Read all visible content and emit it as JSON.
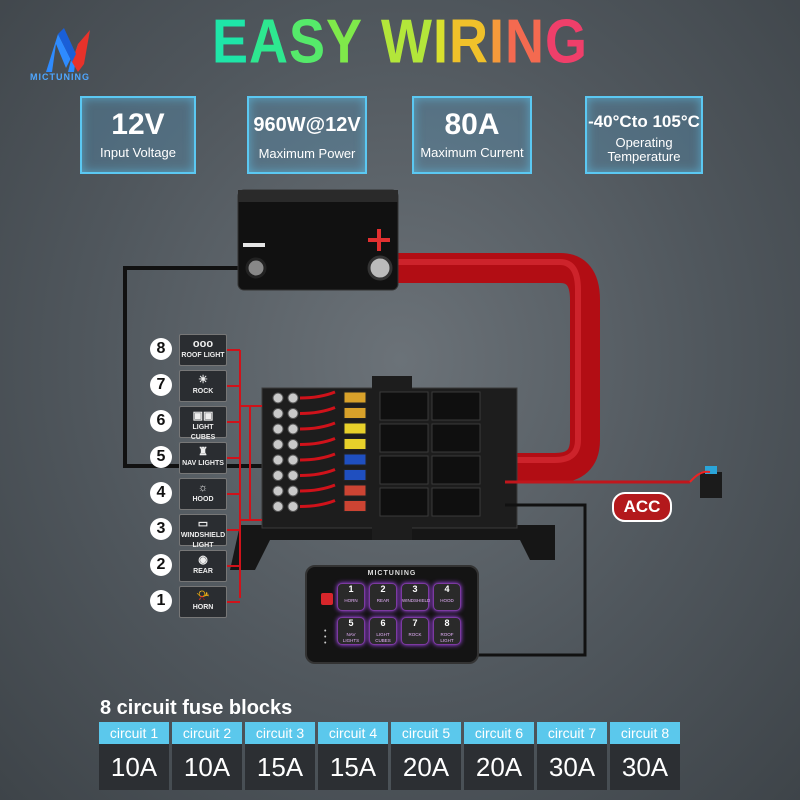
{
  "brand": {
    "name": "MICTUNING"
  },
  "title": {
    "letters": [
      "E",
      "A",
      "S",
      "Y",
      " ",
      "W",
      "I",
      "R",
      "I",
      "N",
      "G"
    ],
    "colors": [
      "#1ee6a8",
      "#2ee890",
      "#55ea6a",
      "#7fe94a",
      "#fff",
      "#b3e63a",
      "#d8e02e",
      "#f0c12a",
      "#f69a3a",
      "#f46a50",
      "#ef3f6a"
    ]
  },
  "specs": [
    {
      "value": "12V",
      "label": "Input Voltage"
    },
    {
      "value": "960W@12V",
      "label": "Maximum Power"
    },
    {
      "value": "80A",
      "label": "Maximum Current"
    },
    {
      "value": "-40°Cto 105°C",
      "label": "Operating Temperature"
    }
  ],
  "circuits": [
    {
      "number": "8",
      "label": "ROOF LIGHT",
      "icon": "roof-light-icon",
      "glyph": "ooo"
    },
    {
      "number": "7",
      "label": "ROCK",
      "icon": "rock-light-icon",
      "glyph": "☀"
    },
    {
      "number": "6",
      "label": "LIGHT CUBES",
      "icon": "light-cubes-icon",
      "glyph": "▣▣"
    },
    {
      "number": "5",
      "label": "NAV LIGHTS",
      "icon": "nav-lights-icon",
      "glyph": "♜"
    },
    {
      "number": "4",
      "label": "HOOD",
      "icon": "hood-icon",
      "glyph": "☼"
    },
    {
      "number": "3",
      "label": "WINDSHIELD LIGHT",
      "icon": "windshield-light-icon",
      "glyph": "▭"
    },
    {
      "number": "2",
      "label": "REAR",
      "icon": "rear-light-icon",
      "glyph": "◉"
    },
    {
      "number": "1",
      "label": "HORN",
      "icon": "horn-icon",
      "glyph": "📯"
    }
  ],
  "acc_label": "ACC",
  "battery": {
    "plus": "+",
    "minus": "−"
  },
  "controller": {
    "brand": "MICTUNING",
    "buttons": [
      {
        "number": "1",
        "label": "HORN"
      },
      {
        "number": "2",
        "label": "REAR"
      },
      {
        "number": "3",
        "label": "WINDSHIELD"
      },
      {
        "number": "4",
        "label": "HOOD"
      },
      {
        "number": "5",
        "label": "NAV LIGHTS"
      },
      {
        "number": "6",
        "label": "LIGHT CUBES"
      },
      {
        "number": "7",
        "label": "ROCK"
      },
      {
        "number": "8",
        "label": "ROOF LIGHT"
      }
    ]
  },
  "fuse_table": {
    "title": "8 circuit fuse blocks",
    "items": [
      {
        "circuit": "circuit 1",
        "amp": "10A"
      },
      {
        "circuit": "circuit 2",
        "amp": "10A"
      },
      {
        "circuit": "circuit 3",
        "amp": "15A"
      },
      {
        "circuit": "circuit 4",
        "amp": "15A"
      },
      {
        "circuit": "circuit 5",
        "amp": "20A"
      },
      {
        "circuit": "circuit 6",
        "amp": "20A"
      },
      {
        "circuit": "circuit 7",
        "amp": "30A"
      },
      {
        "circuit": "circuit 8",
        "amp": "30A"
      }
    ]
  },
  "colors": {
    "accent": "#5bc8f2",
    "red_wire": "#d0121a",
    "acc_badge": "#b3191c"
  }
}
